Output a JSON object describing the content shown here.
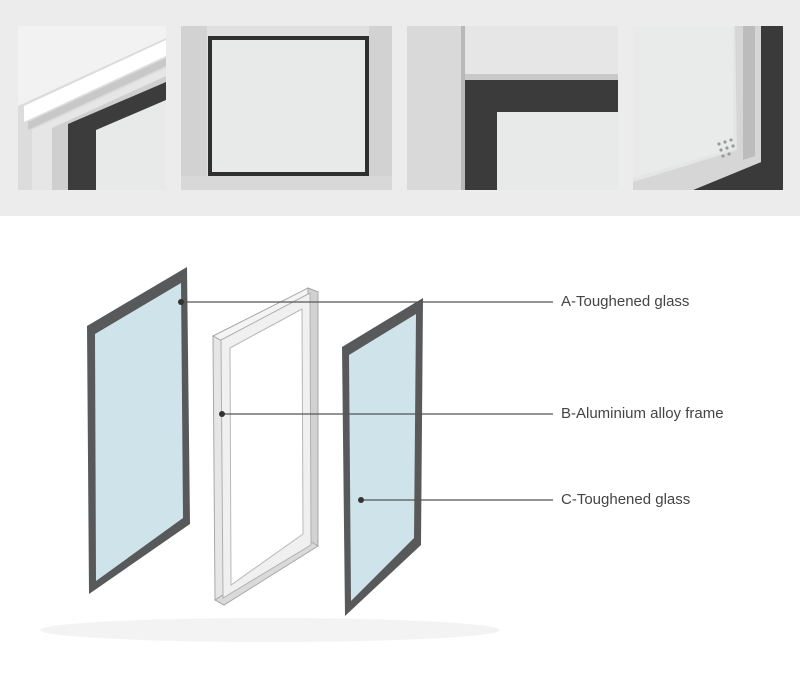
{
  "callouts": [
    {
      "id": "a",
      "label": "A-Toughened glass"
    },
    {
      "id": "b",
      "label": "B-Aluminium alloy frame"
    },
    {
      "id": "c",
      "label": "C-Toughened glass"
    }
  ],
  "photos": [
    {
      "name": "corner-profile-closeup"
    },
    {
      "name": "framed-panel-front"
    },
    {
      "name": "frame-corner-detail"
    },
    {
      "name": "glass-edge-detail"
    }
  ],
  "colors": {
    "glass": "#cfe4ea",
    "frame_dark": "#58595b",
    "aluminium": "#e4e4e4",
    "line": "#555555"
  }
}
